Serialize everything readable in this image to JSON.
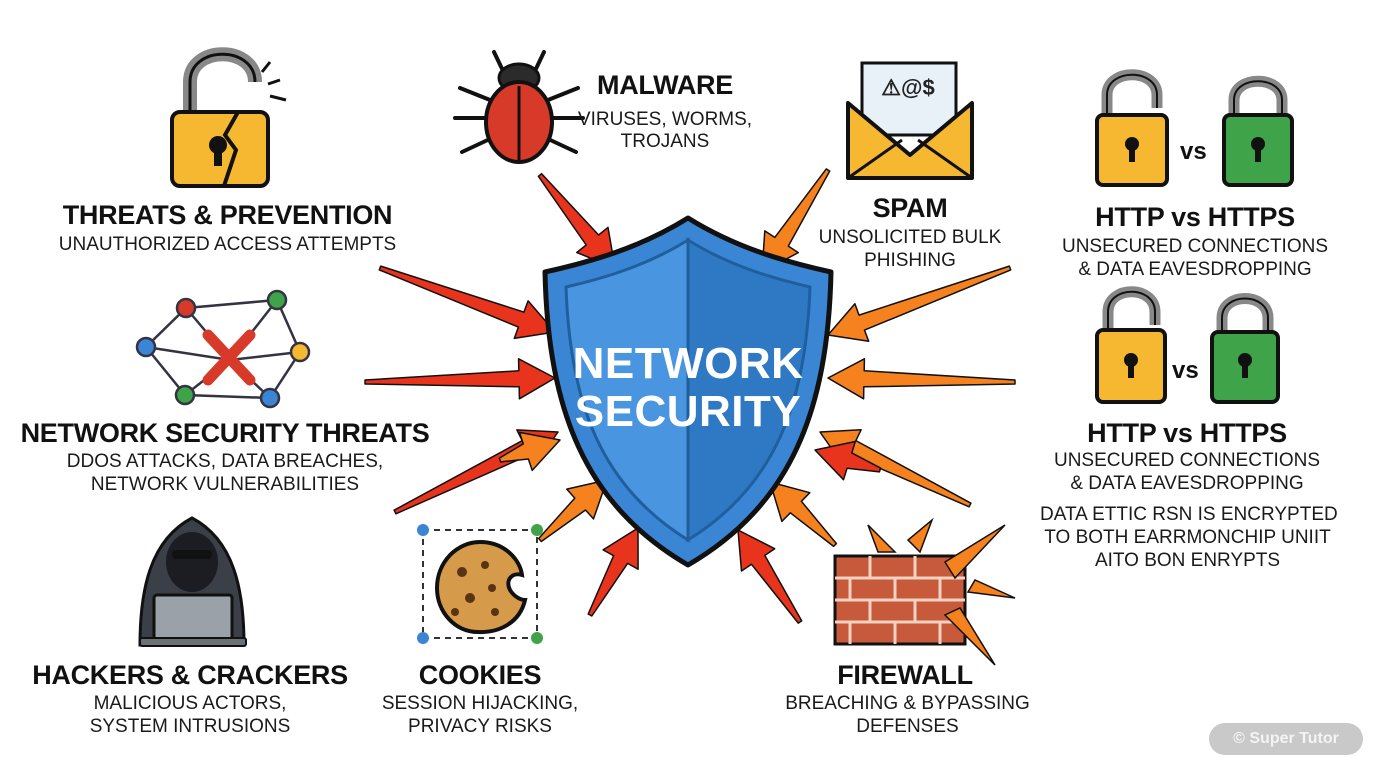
{
  "center": {
    "line1": "NETWORK",
    "line2": "SECURITY"
  },
  "nodes": {
    "threats": {
      "title": "THREATS & PREVENTION",
      "sub": "UNAUTHORIZED ACCESS ATTEMPTS",
      "icon": "broken-padlock-icon"
    },
    "network_threats": {
      "title": "NETWORK SECURITY THREATS",
      "sub1": "DDOS ATTACKS, DATA BREACHES,",
      "sub2": "NETWORK VULNERABILITIES",
      "icon": "network-graph-x-icon"
    },
    "hackers": {
      "title": "HACKERS & CRACKERS",
      "sub1": "MALICIOUS ACTORS,",
      "sub2": "SYSTEM INTRUSIONS",
      "icon": "hooded-hacker-icon"
    },
    "malware": {
      "title": "MALWARE",
      "sub1": "VIRUSES, WORMS,",
      "sub2": "TROJANS",
      "icon": "bug-icon"
    },
    "spam": {
      "title": "SPAM",
      "sub1": "UNSOLICITED BULK",
      "sub2": "PHISHING",
      "icon": "envelope-icon"
    },
    "cookies": {
      "title": "COOKIES",
      "sub1": "SESSION HIJACKING,",
      "sub2": "PRIVACY RISKS",
      "icon": "cookie-icon"
    },
    "firewall": {
      "title": "FIREWALL",
      "sub1": "BREACHING & BYPASSING",
      "sub2": "DEFENSES",
      "icon": "brick-wall-icon"
    },
    "http1": {
      "title": "HTTP vs HTTPS",
      "vs": "vs",
      "sub1": "UNSECURED CONNECTIONS",
      "sub2": "& DATA EAVESDROPPING",
      "icons": [
        "open-padlock-icon",
        "closed-padlock-icon"
      ]
    },
    "http2": {
      "title": "HTTP vs HTTPS",
      "vs": "vs",
      "sub1": "UNSECURED CONNECTIONS",
      "sub2": "& DATA EAVESDROPPING",
      "note1": "DATA ETTIC RSN IS ENCRYPTED",
      "note2": "TO BOTH EARRMONCHIP UNIIT",
      "note3": "AITO BON ENRYPTS"
    }
  },
  "watermark": "© Super Tutor",
  "colors": {
    "shield": "#3a86d4",
    "shield_dark": "#1f5f9e",
    "arrow_red": "#e8341c",
    "arrow_orange": "#f5821f",
    "lock_yellow": "#f6b830",
    "lock_green": "#3fa349",
    "bug_red": "#d83a2a",
    "brick": "#c65a3a"
  }
}
